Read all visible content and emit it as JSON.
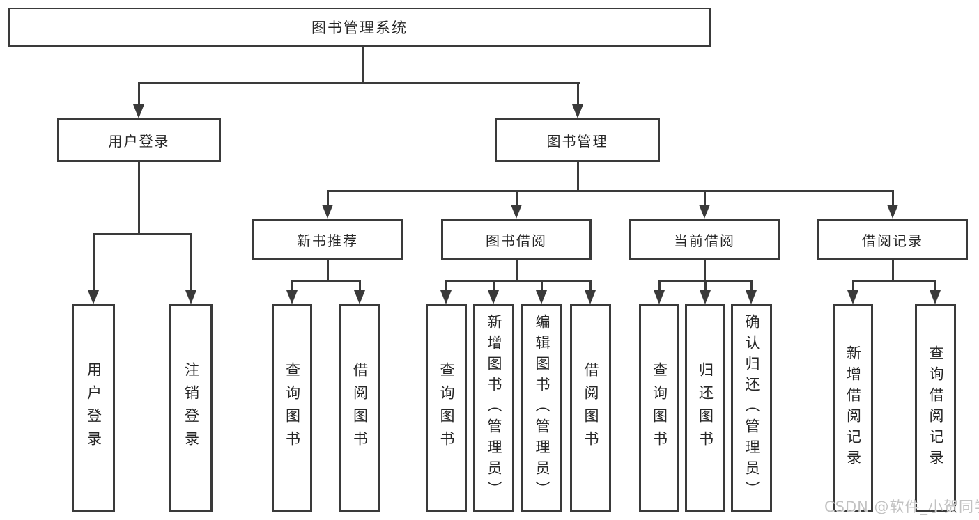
{
  "diagram": {
    "title": "图书管理系统",
    "root": "图书管理系统",
    "level2": [
      "用户登录",
      "图书管理"
    ],
    "level3": [
      "新书推荐",
      "图书借阅",
      "当前借阅",
      "借阅记录"
    ],
    "leaves": {
      "user_login": [
        "用户登录",
        "注销登录"
      ],
      "new_book_recommend": [
        "查询图书",
        "借阅图书"
      ],
      "book_borrowing": [
        "查询图书",
        "新增图书（管理员）",
        "编辑图书（管理员）",
        "借阅图书"
      ],
      "current_borrowing": [
        "查询图书",
        "归还图书",
        "确认归还（管理员）"
      ],
      "borrowing_records": [
        "新增借阅记录",
        "查询借阅记录"
      ]
    },
    "colors": {
      "line": "#3a3a3a",
      "text": "#262626",
      "background": "#ffffff"
    }
  },
  "watermark": {
    "text": "CSDN @软件_小贺同学",
    "color": "#c2c2c2"
  }
}
